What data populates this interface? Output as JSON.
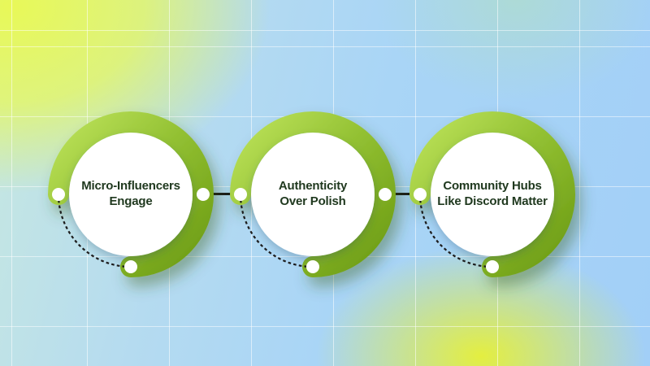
{
  "diagram": {
    "type": "three-step circular infographic",
    "nodes": [
      {
        "id": 1,
        "line1": "Micro-Influencers",
        "line2": "Engage"
      },
      {
        "id": 2,
        "line1": "Authenticity",
        "line2": "Over Polish"
      },
      {
        "id": 3,
        "line1": "Community Hubs",
        "line2": "Like Discord Matter"
      }
    ],
    "connectors": [
      {
        "from": 1,
        "to": 2
      },
      {
        "from": 2,
        "to": 3
      }
    ],
    "colors": {
      "ring_green_light": "#bce25a",
      "ring_green_mid": "#93c133",
      "ring_green_dark": "#6b9b13",
      "node_fill": "#ffffff",
      "dot_fill": "#ffffff",
      "label_text": "#20391f",
      "connector_line": "#1b1b1b",
      "dashed_arc": "#1c1c1c",
      "background_yellow_green": "#e9f954",
      "background_yellow": "#e9f130",
      "background_blue": "#a2cff7",
      "grid_line": "#ffffff"
    }
  }
}
